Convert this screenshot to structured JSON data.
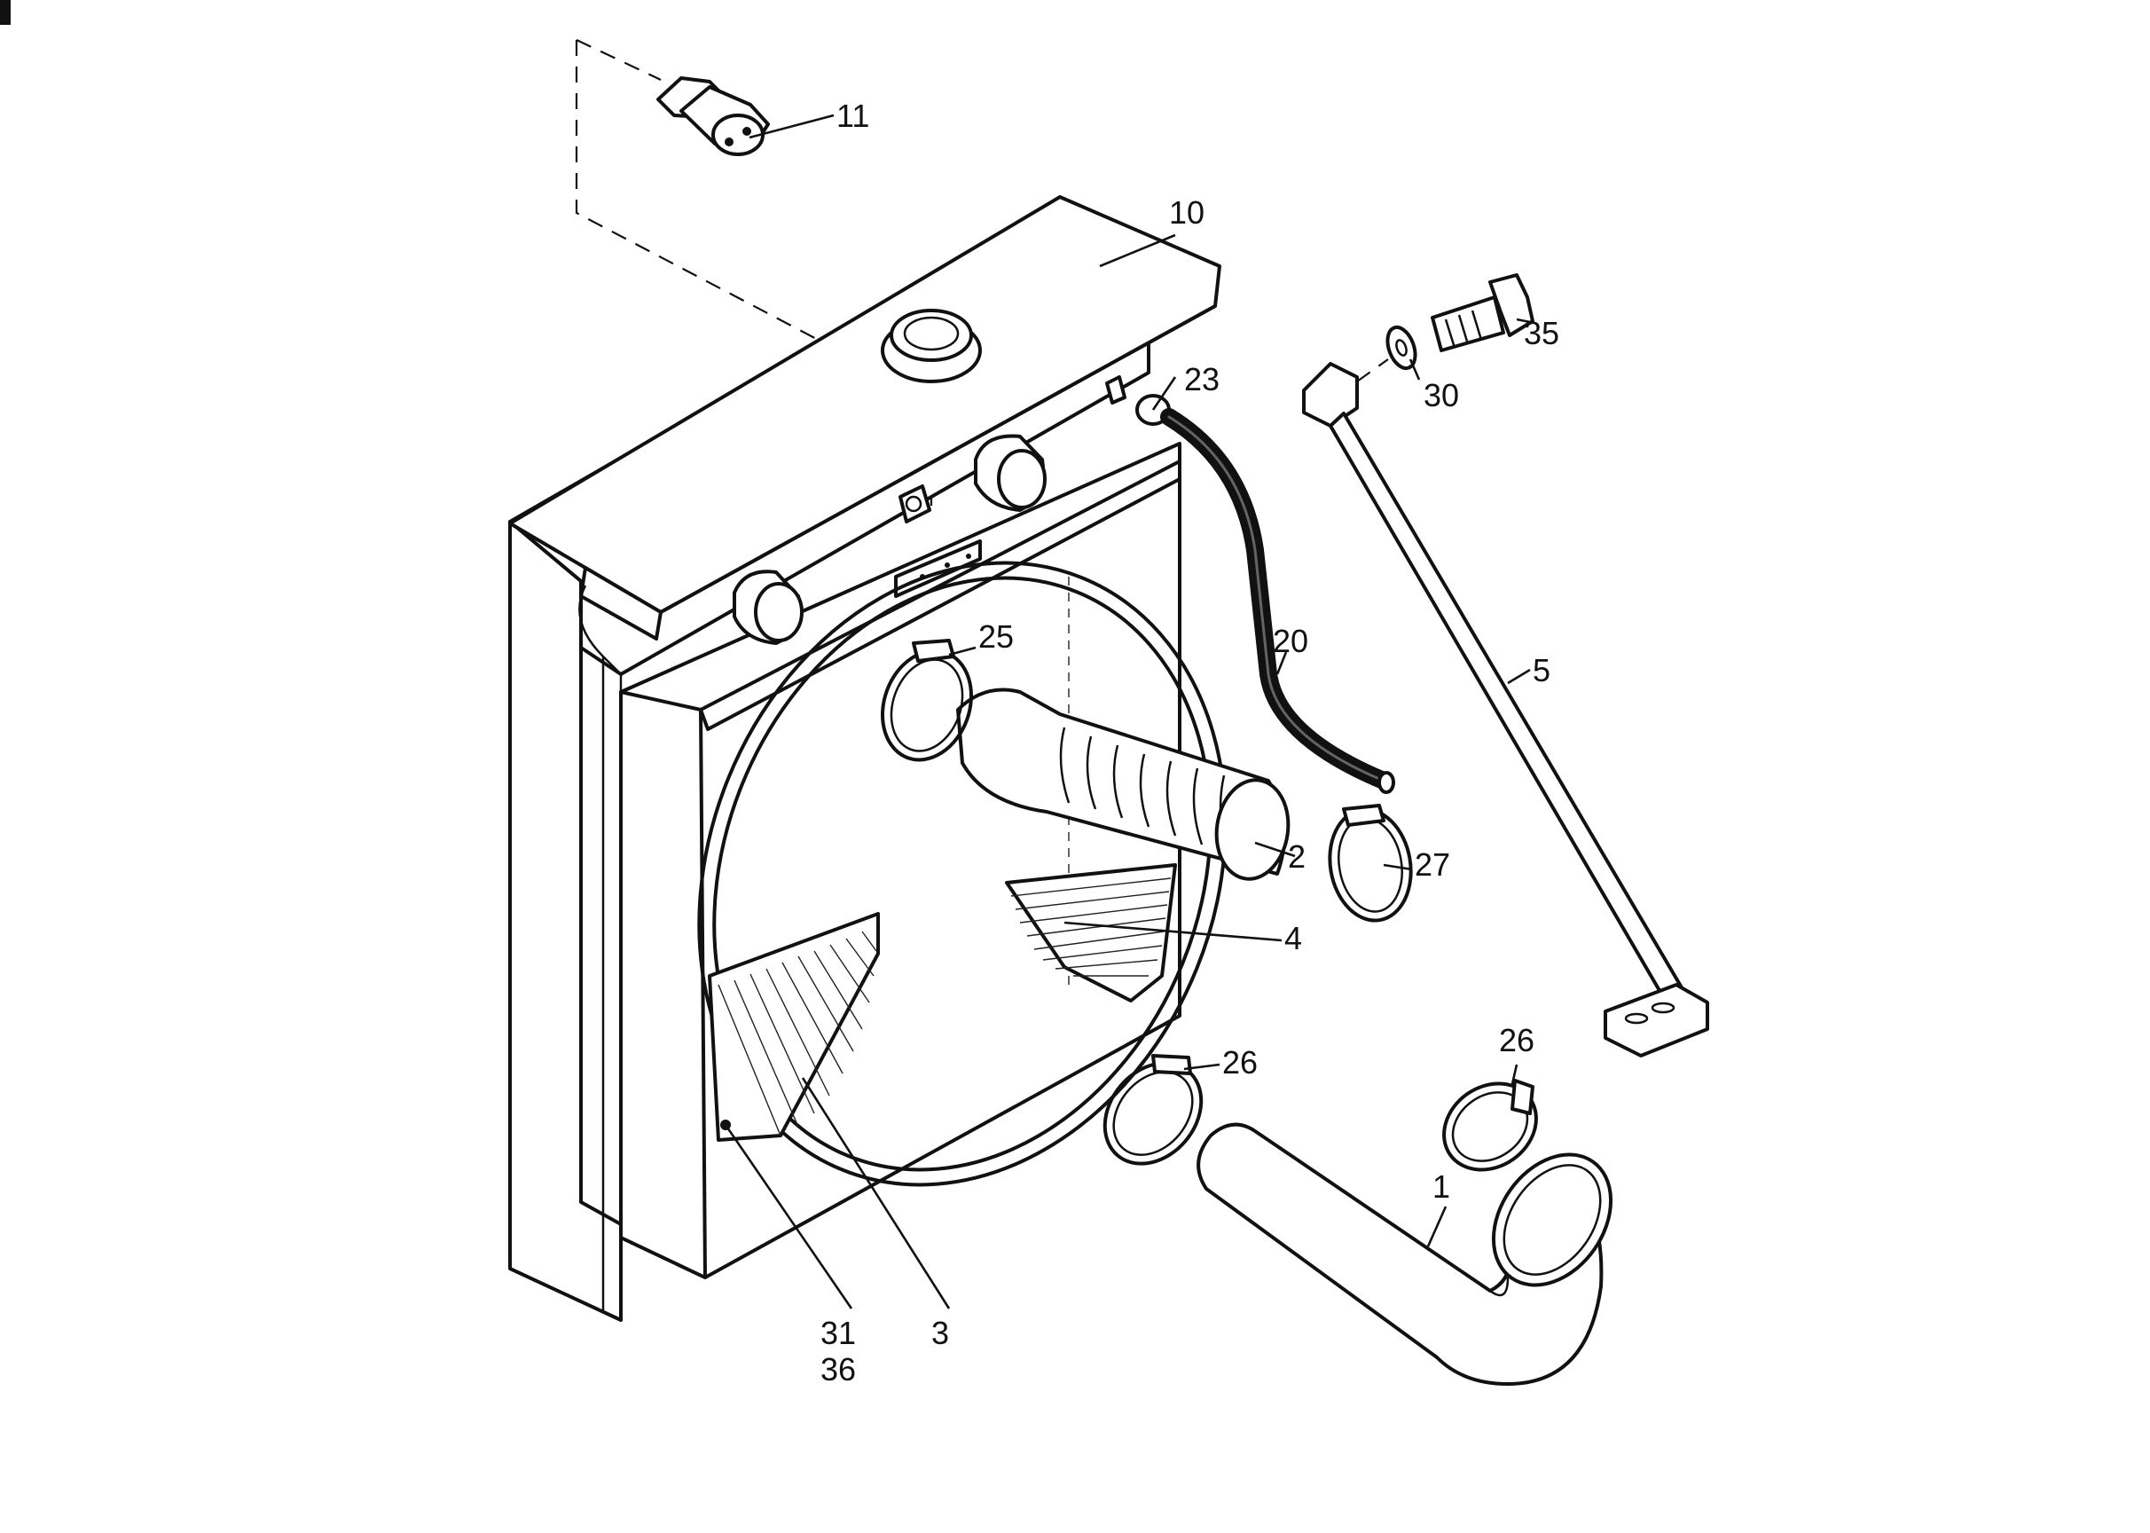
{
  "labels": {
    "hose_bottom": "1",
    "hose_top": "2",
    "fan_guard_left": "3",
    "fan_guard_right": "4",
    "stay_rod": "5",
    "radiator": "10",
    "temp_switch": "11",
    "overflow_hose": "20",
    "grommet": "23",
    "clamp_top": "25",
    "clamp_bottom_left": "26",
    "clamp_bottom_right": "26",
    "clamp_overflow": "27",
    "washer": "30",
    "bolt": "35",
    "fixing_a": "31",
    "fixing_b": "36"
  }
}
